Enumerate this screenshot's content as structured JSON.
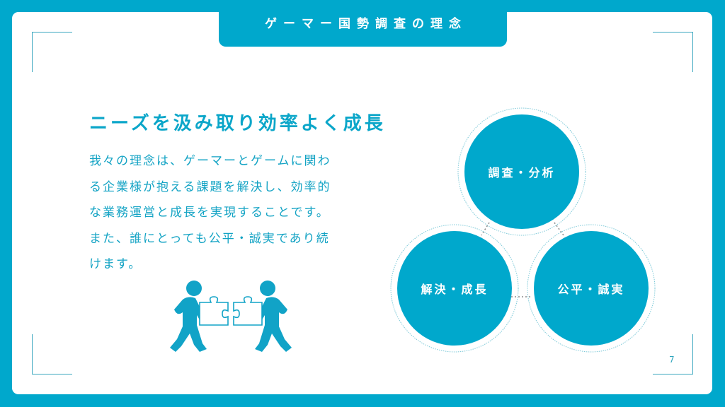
{
  "slide": {
    "title": "ゲーマー国勢調査の理念",
    "page_number": "7",
    "colors": {
      "accent": "#00a8cc",
      "background": "#ffffff",
      "text": "#13a3c4",
      "frame_line": "#3aa7bf"
    }
  },
  "content": {
    "headline": "ニーズを汲み取り効率よく成長",
    "body_lines": [
      "我々の理念は、ゲーマーとゲームに関わ",
      "る企業様が抱える課題を解決し、効率的",
      "な業務運営と成長を実現することです。",
      "また、誰にとっても公平・誠実であり続",
      "けます。"
    ],
    "illustration": "two-people-puzzle-pieces-icon"
  },
  "diagram": {
    "circles": [
      {
        "label": "調査・分析",
        "position": "top"
      },
      {
        "label": "解決・成長",
        "position": "bottom-left"
      },
      {
        "label": "公平・誠実",
        "position": "bottom-right"
      }
    ]
  }
}
